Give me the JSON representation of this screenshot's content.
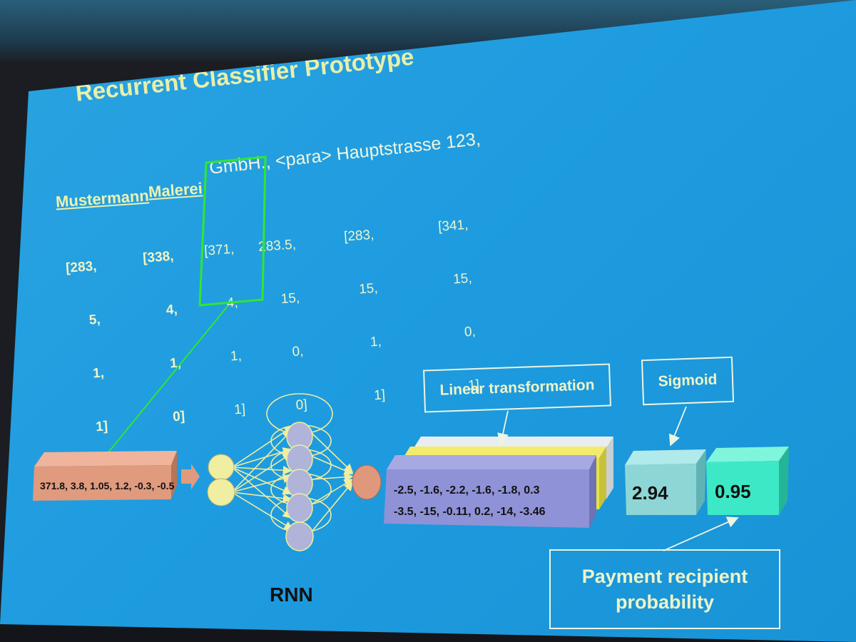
{
  "title": "Recurrent Classifier Prototype",
  "tokens": [
    {
      "label": "Mustermann",
      "vector": [
        "[283,",
        "5,",
        "1,",
        "1]"
      ]
    },
    {
      "label": "Malerei",
      "vector": [
        "[338,",
        "4,",
        "1,",
        "0]"
      ]
    },
    {
      "label": "GmbH.,",
      "vector": [
        "[371,",
        "4,",
        "1,",
        "1]"
      ]
    },
    {
      "label": "<para>",
      "vector": [
        "283.5,",
        "15,",
        "0,",
        "0]"
      ]
    },
    {
      "label": "Hauptstrasse",
      "vector": [
        "[283,",
        "15,",
        "1,",
        "1]"
      ]
    },
    {
      "label": "123,",
      "vector": [
        "[341,",
        "15,",
        "0,",
        "1]"
      ]
    }
  ],
  "embedding": "371.8, 3.8, 1.05, 1.2, -0.3, -0.5",
  "rnn_label": "RNN",
  "linear": {
    "label": "Linear transformation",
    "row1": "-2.5, -1.6, -2.2, -1.6, -1.8, 0.3",
    "row2": "-3.5, -15, -0.11, 0.2, -14, -3.46"
  },
  "sigmoid": {
    "label": "Sigmoid",
    "input": "2.94",
    "output": "0.95"
  },
  "output_label_line1": "Payment recipient",
  "output_label_line2": "probability",
  "colors": {
    "slide_bg": "#1f9ce0",
    "title": "#e9efa9",
    "highlight": "#2ee82e",
    "embedding_box": "#e09a7e",
    "rnn_node": "#f0eea0",
    "hidden_node": "#b0b4d8",
    "output_node": "#e0987c",
    "linear_front": "#8f92d6",
    "linear_yellow": "#e6e048",
    "sigmoid_in": "#8ed6d6",
    "sigmoid_out": "#3de8c6"
  }
}
